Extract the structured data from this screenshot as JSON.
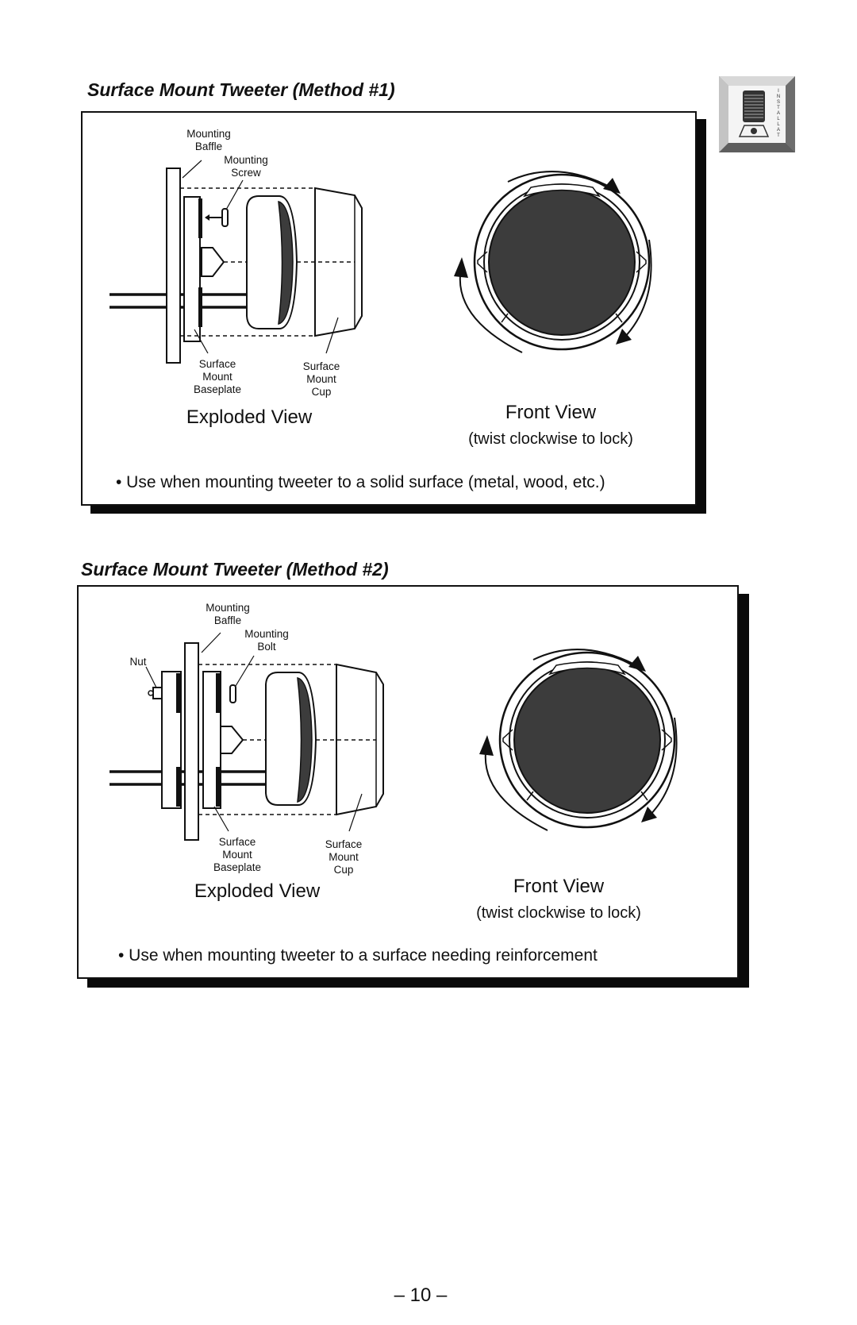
{
  "badge": {
    "icon": "installation-speaker-icon",
    "vertical_text": "INSTALLATION"
  },
  "method1": {
    "title": "Surface Mount Tweeter (Method #1)",
    "labels": {
      "baffle": [
        "Mounting",
        "Baffle"
      ],
      "screw": [
        "Mounting",
        "Screw"
      ],
      "baseplate": [
        "Surface",
        "Mount",
        "Baseplate"
      ],
      "cup": [
        "Surface",
        "Mount",
        "Cup"
      ]
    },
    "exploded_view": "Exploded View",
    "front_view": "Front View",
    "front_view_sub": "(twist clockwise to lock)",
    "bullet": "•  Use when mounting tweeter to a solid surface (metal, wood, etc.)"
  },
  "method2": {
    "title": "Surface Mount Tweeter (Method #2)",
    "labels": {
      "nut": "Nut",
      "baffle": [
        "Mounting",
        "Baffle"
      ],
      "bolt": [
        "Mounting",
        "Bolt"
      ],
      "baseplate": [
        "Surface",
        "Mount",
        "Baseplate"
      ],
      "cup": [
        "Surface",
        "Mount",
        "Cup"
      ]
    },
    "exploded_view": "Exploded View",
    "front_view": "Front View",
    "front_view_sub": "(twist clockwise to lock)",
    "bullet": "•  Use when mounting tweeter to a surface needing reinforcement"
  },
  "page_number": "– 10 –"
}
